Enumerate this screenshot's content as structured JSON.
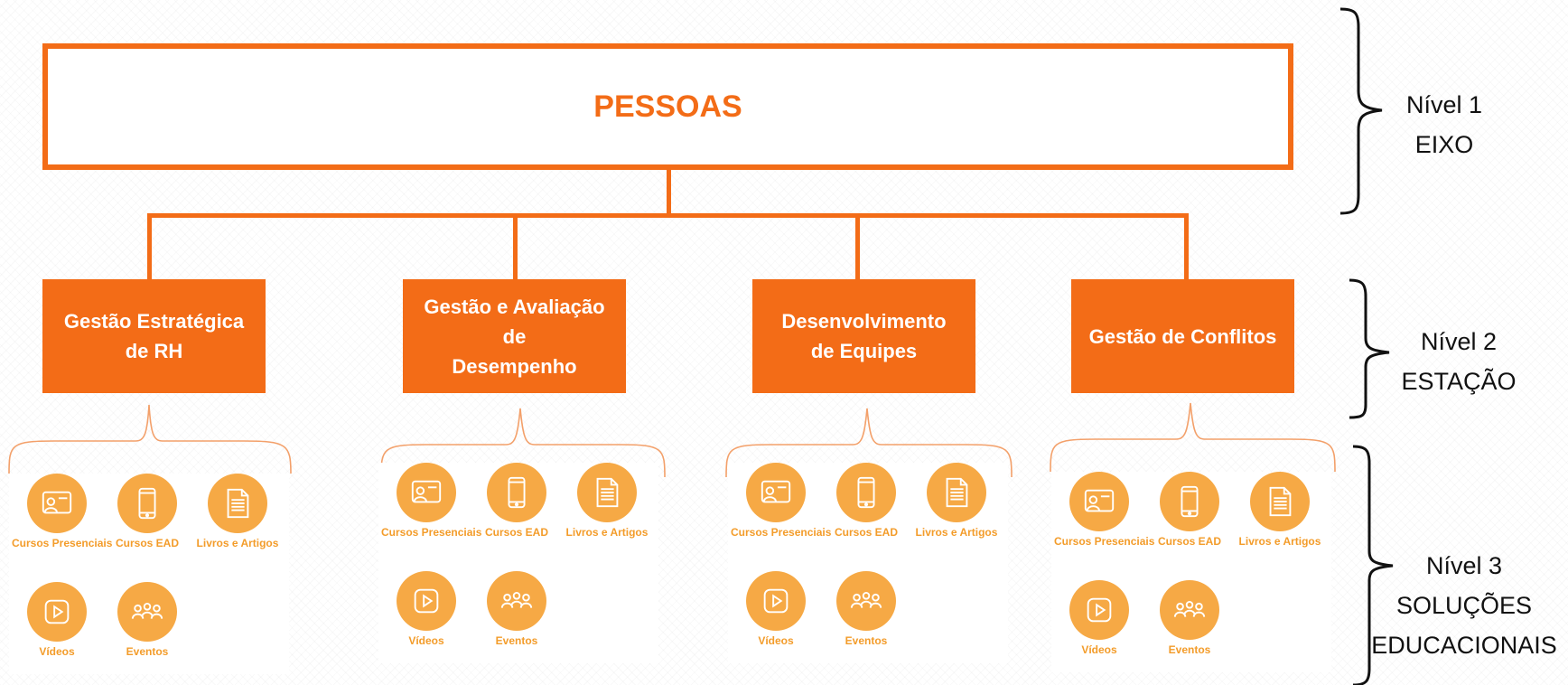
{
  "root": {
    "title": "PESSOAS"
  },
  "stations": [
    {
      "label_line1": "Gestão Estratégica",
      "label_line2": "de RH"
    },
    {
      "label_line1": "Gestão e Avaliação de",
      "label_line2": "Desempenho"
    },
    {
      "label_line1": "Desenvolvimento",
      "label_line2": "de Equipes"
    },
    {
      "label_line1": "Gestão de Conflitos",
      "label_line2": ""
    }
  ],
  "solutions": {
    "presencial": "Cursos Presenciais",
    "ead": "Cursos EAD",
    "livros": "Livros e Artigos",
    "videos": "Vídeos",
    "eventos": "Eventos"
  },
  "levels": [
    {
      "line1": "Nível 1",
      "line2": "EIXO",
      "line3": ""
    },
    {
      "line1": "Nível 2",
      "line2": "ESTAÇÃO",
      "line3": ""
    },
    {
      "line1": "Nível 3",
      "line2": "SOLUÇÕES",
      "line3": "EDUCACIONAIS"
    }
  ],
  "colors": {
    "accent": "#f36c17",
    "icon_circle": "#f6a945",
    "caption": "#f39c2a"
  },
  "icons": [
    "presentation-icon",
    "smartphone-icon",
    "document-icon",
    "play-icon",
    "people-icon"
  ]
}
